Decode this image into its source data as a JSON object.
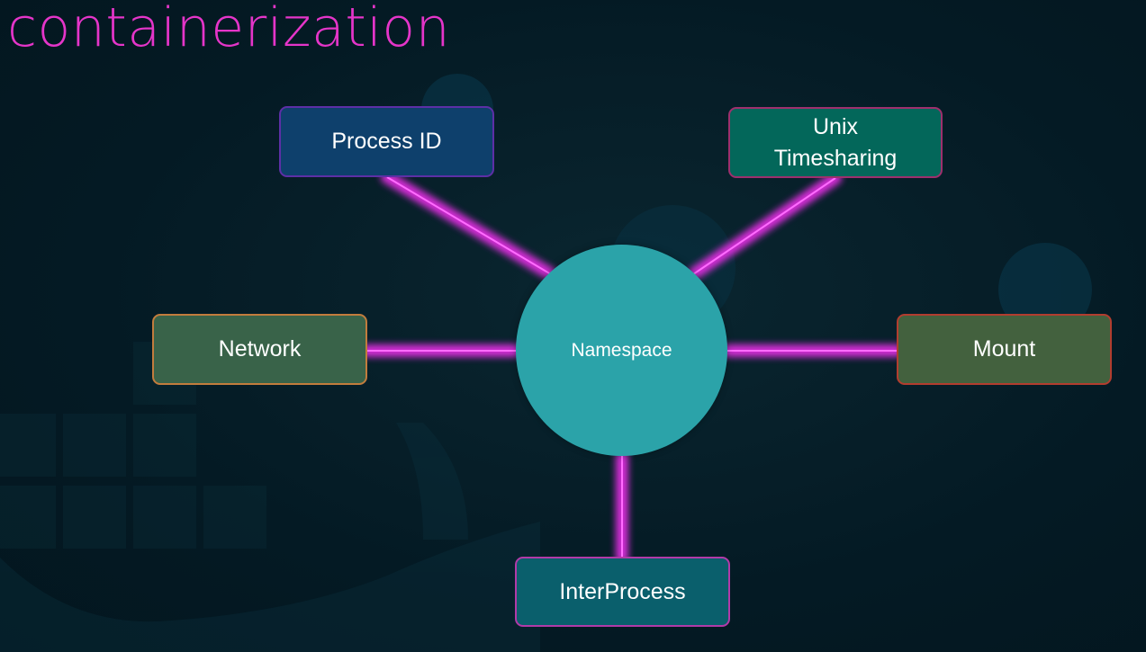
{
  "title": "containerization",
  "diagram": {
    "center": {
      "label": "Namespace"
    },
    "nodes": [
      {
        "id": "process",
        "label": "Process ID"
      },
      {
        "id": "unix",
        "label": "Unix\nTimesharing"
      },
      {
        "id": "network",
        "label": "Network"
      },
      {
        "id": "mount",
        "label": "Mount"
      },
      {
        "id": "ipc",
        "label": "InterProcess"
      }
    ],
    "connector_color": "#e02ee0"
  },
  "colors": {
    "background": "#041a24",
    "title": "#e535c9",
    "hub": "#2ba3a9"
  }
}
